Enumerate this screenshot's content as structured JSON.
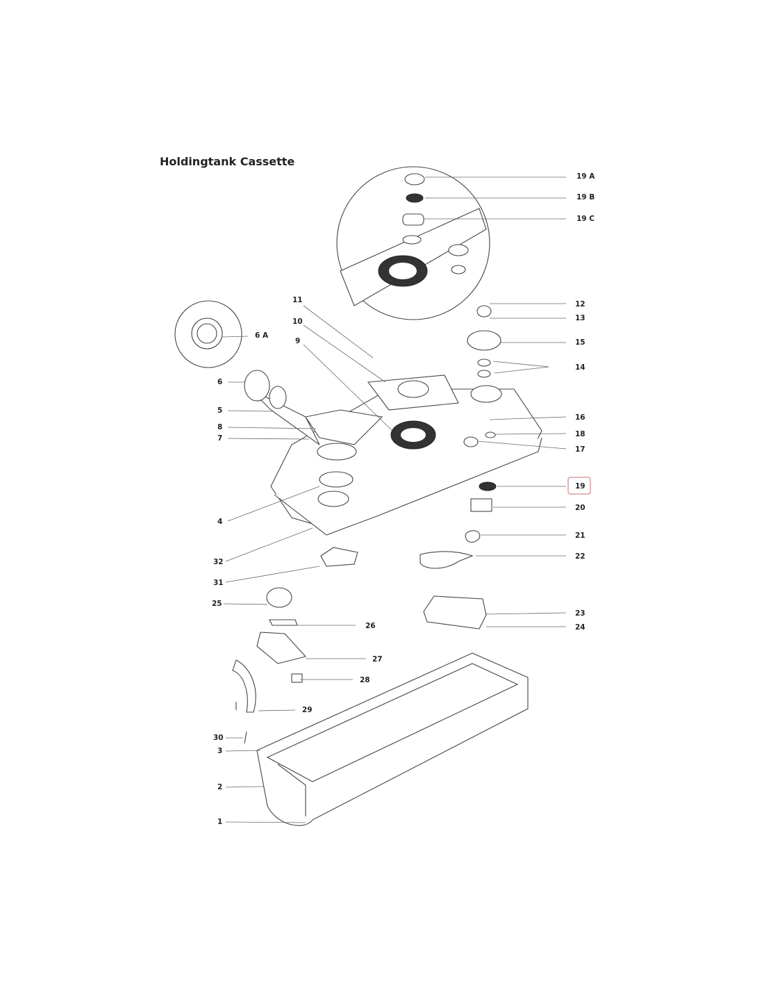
{
  "title": "Holdingtank Cassette",
  "highlight_color": "#c07070",
  "highlighted_label": "19",
  "labels": [
    "19 A",
    "19 B",
    "19 C",
    "12",
    "13",
    "15",
    "14",
    "16",
    "18",
    "17",
    "19",
    "20",
    "21",
    "22",
    "23",
    "24",
    "11",
    "10",
    "9",
    "6 A",
    "6",
    "5",
    "8",
    "7",
    "4",
    "32",
    "31",
    "25",
    "26",
    "27",
    "28",
    "29",
    "30",
    "3",
    "2",
    "1"
  ]
}
